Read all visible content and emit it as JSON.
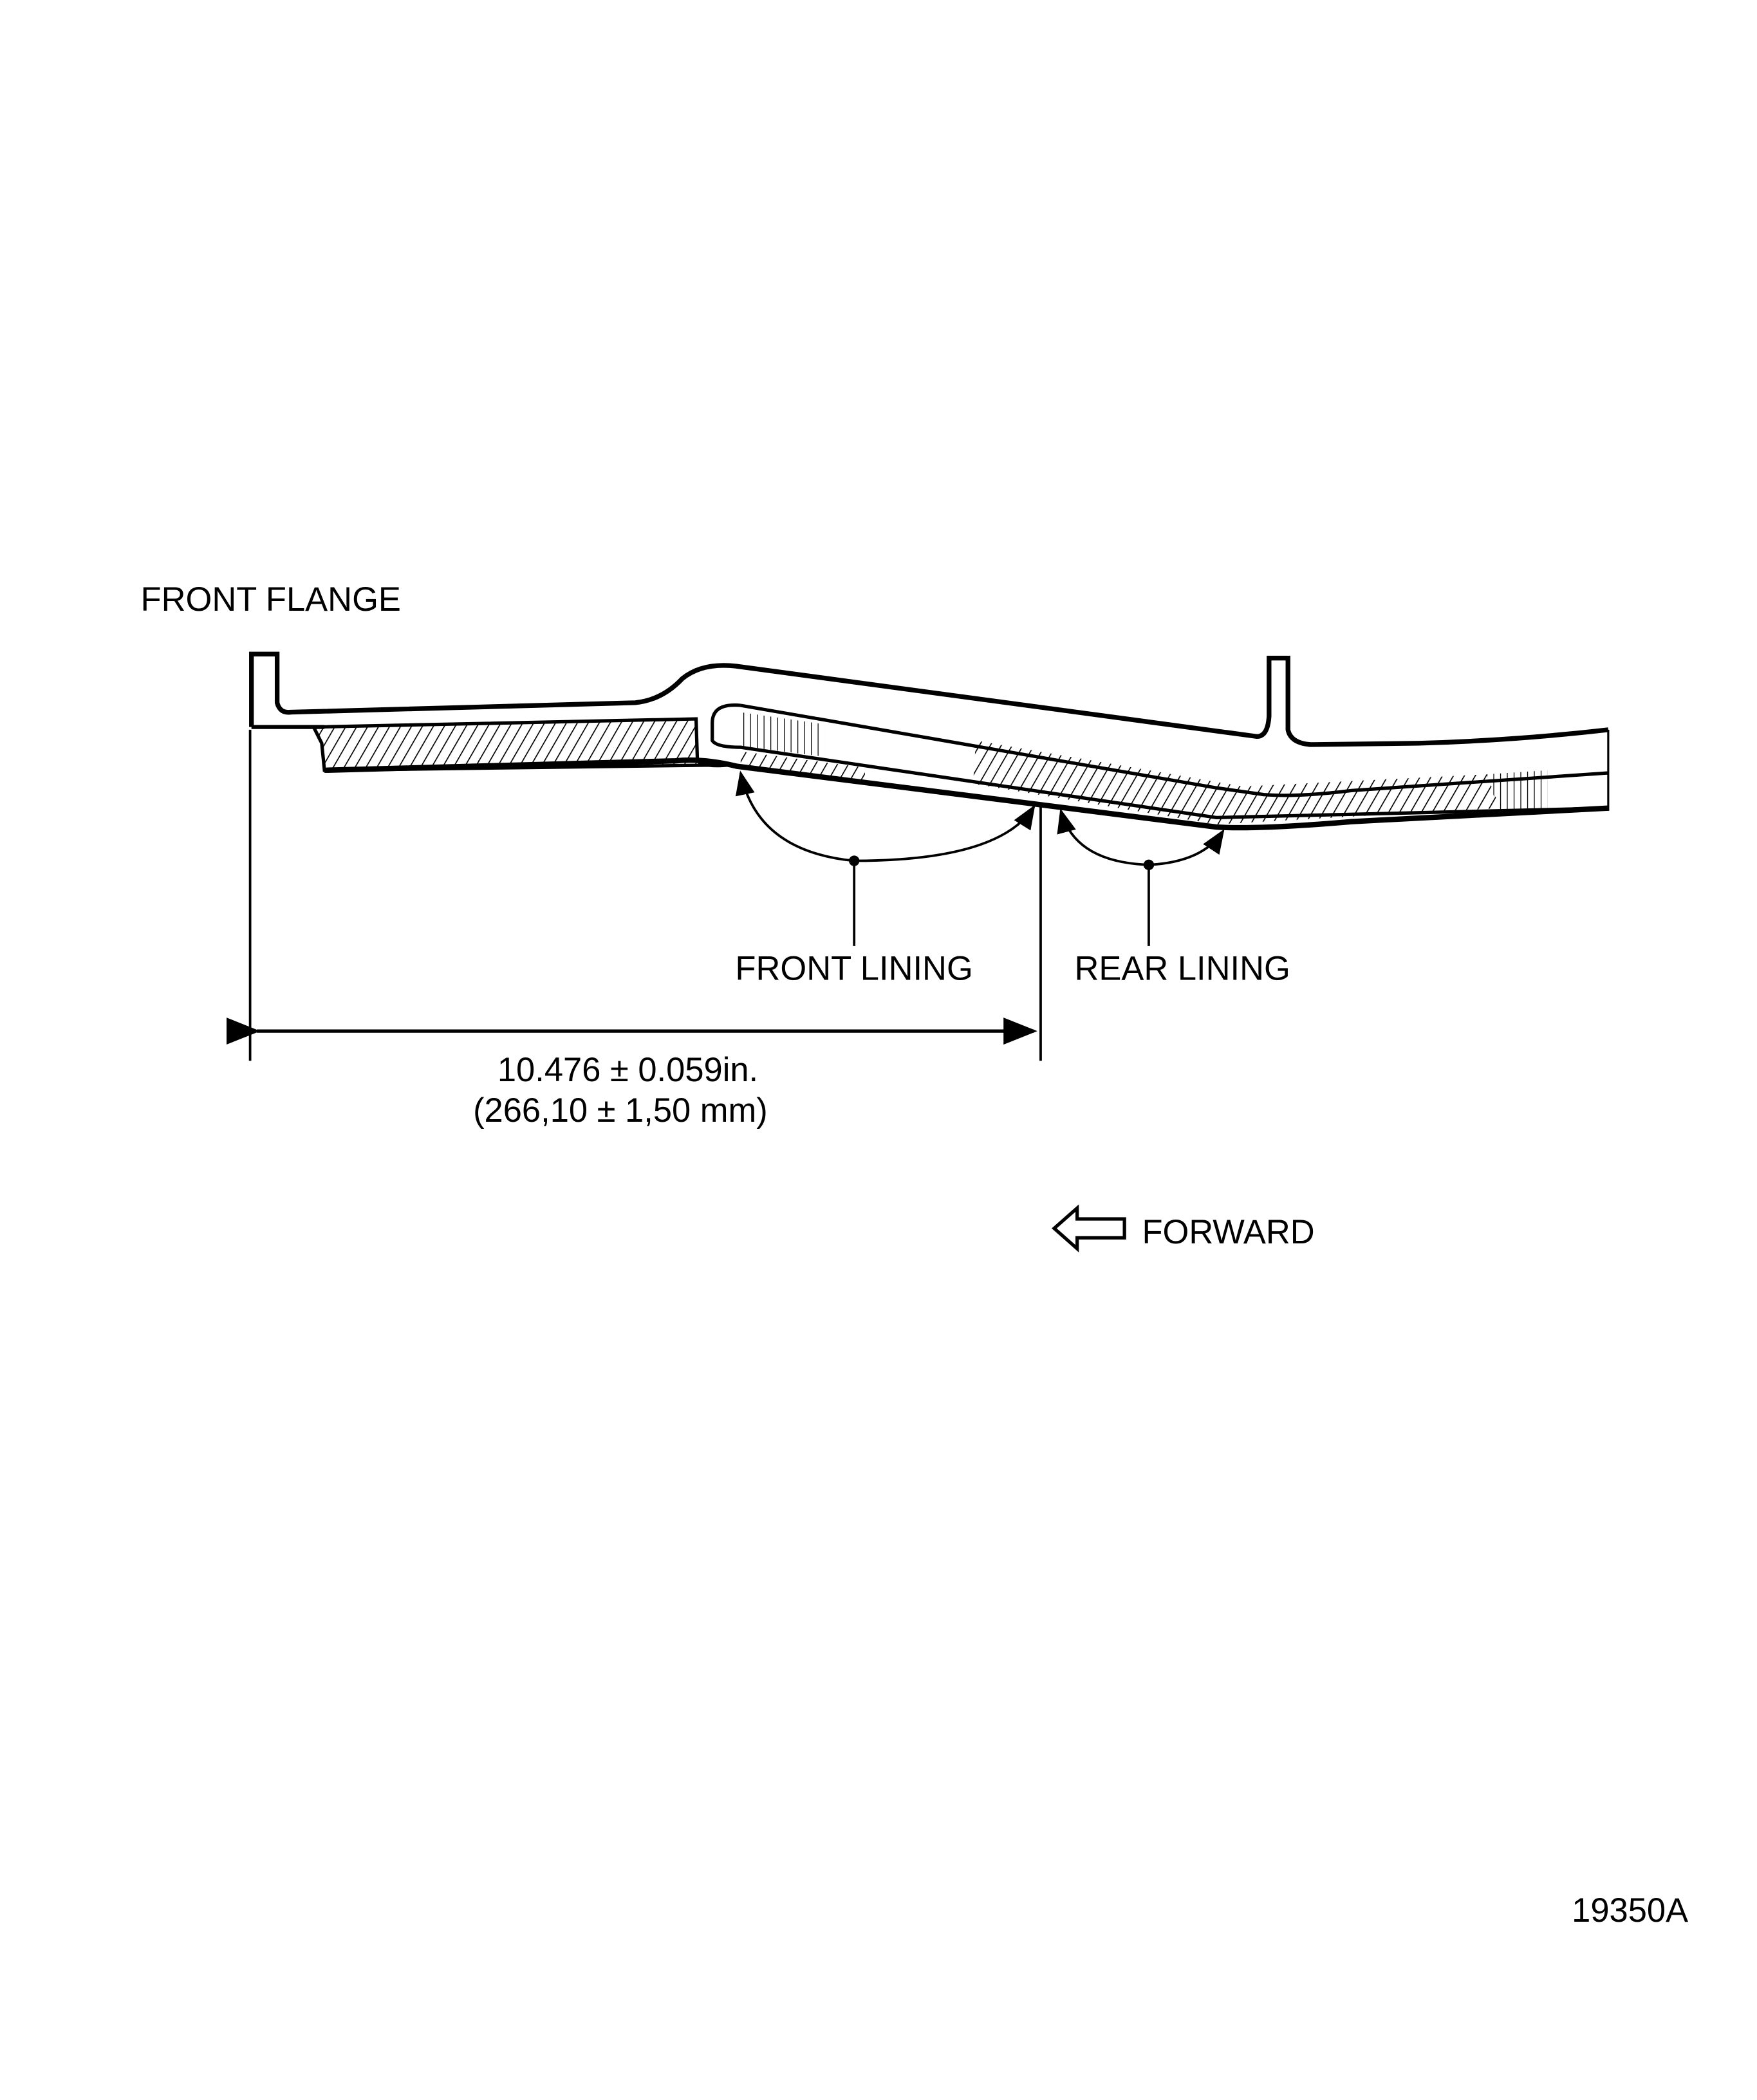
{
  "labels": {
    "front_flange": "FRONT FLANGE",
    "front_lining": "FRONT LINING",
    "rear_lining": "REAR LINING",
    "forward": "FORWARD",
    "dimension_in": "10.476 ± 0.059in.",
    "dimension_mm": "(266,10 ± 1,50 mm)",
    "figure_id": "19350A"
  },
  "colors": {
    "ink": "#000000",
    "paper": "#ffffff"
  }
}
